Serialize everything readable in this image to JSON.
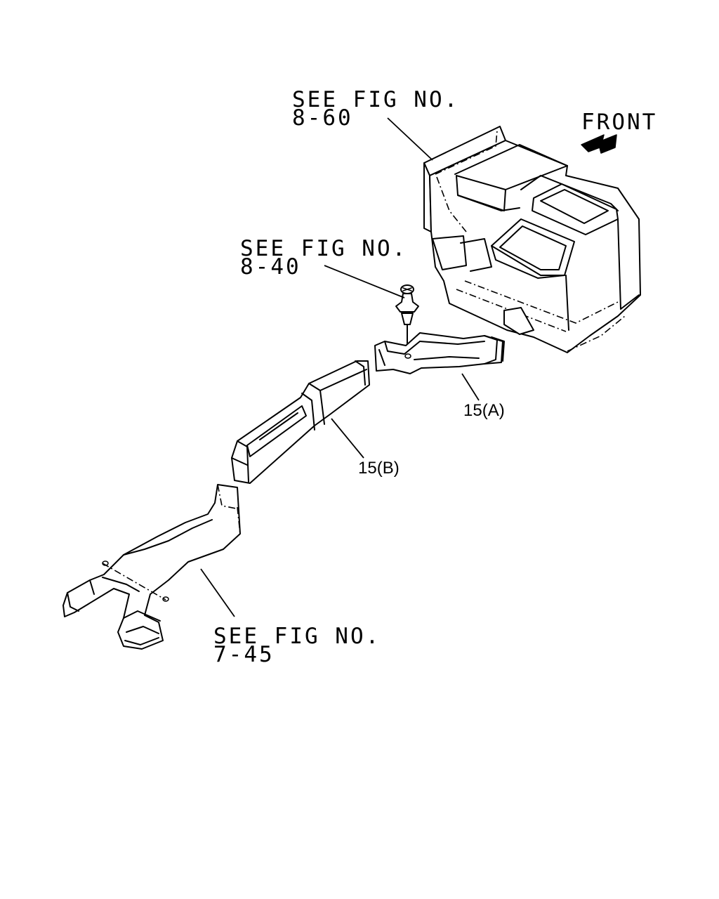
{
  "refs": {
    "heater_unit": {
      "line1": "SEE FIG NO.",
      "line2": "8-60"
    },
    "clip": {
      "line1": "SEE FIG NO.",
      "line2": "8-40"
    },
    "lower_duct": {
      "line1": "SEE FIG NO.",
      "line2": "7-45"
    }
  },
  "orientation": {
    "label": "FRONT"
  },
  "callouts": {
    "duct_a": "15(A)",
    "duct_b": "15(B)"
  }
}
